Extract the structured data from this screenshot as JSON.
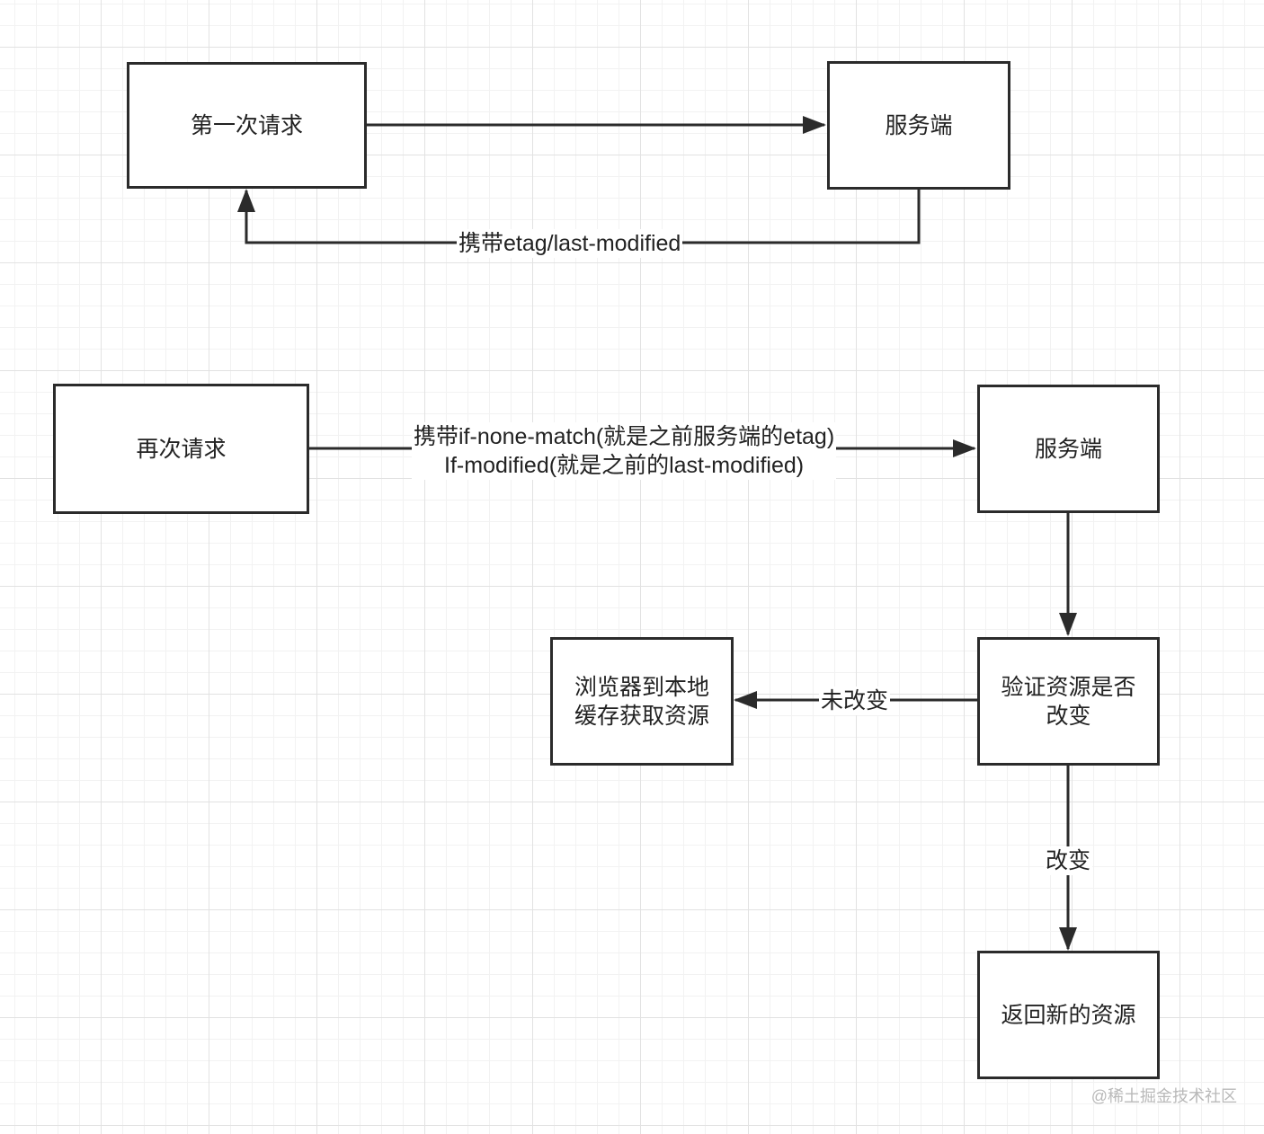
{
  "nodes": {
    "first_request": "第一次请求",
    "server_top": "服务端",
    "re_request": "再次请求",
    "server_bottom": "服务端",
    "verify": "验证资源是否\n改变",
    "local_cache": "浏览器到本地\n缓存获取资源",
    "return_new": "返回新的资源"
  },
  "edges": {
    "response_label": "携带etag/last-modified",
    "rerequest_label": "携带if-none-match(就是之前服务端的etag)\nIf-modified(就是之前的last-modified)",
    "unchanged_label": "未改变",
    "changed_label": "改变"
  },
  "watermark": "@稀土掘金技术社区",
  "colors": {
    "stroke": "#2b2b2b",
    "grid": "#e2e2e2"
  }
}
